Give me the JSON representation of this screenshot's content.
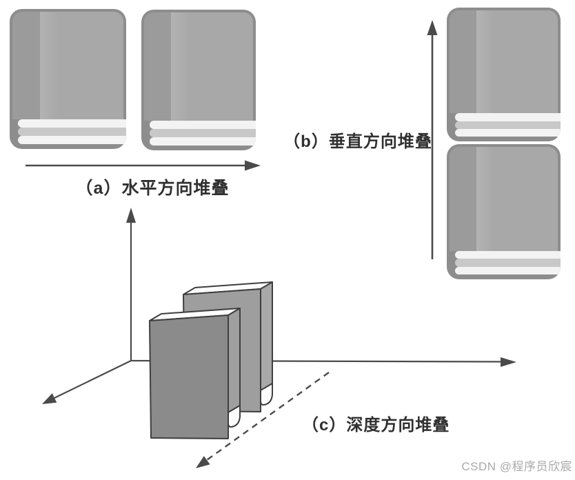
{
  "figure": {
    "caption_a": "（a）水平方向堆叠",
    "caption_b": "（b）垂直方向堆叠",
    "caption_c": "（c）深度方向堆叠"
  },
  "watermark": "CSDN @程序员欣宸",
  "colors": {
    "book_base": "#8d8d8d",
    "book_spine": "#9b9b9b",
    "book_cover": "#a8a8a8",
    "page_white": "#f3f3f3",
    "page_gray": "#c8c8c8",
    "arrow": "#4a4a4a",
    "book3d_front_face": "#8b8b8b",
    "book3d_back_face": "#9e9e9e",
    "book3d_outline": "#3e3e3e",
    "caption_text": "#303030",
    "watermark_text": "#a9a9a9"
  },
  "icons": {
    "horizontal_arrow": "right-arrow",
    "vertical_arrow": "up-arrow",
    "depth_arrow": "dashed-down-left-arrow",
    "axes": "3d-axes"
  }
}
